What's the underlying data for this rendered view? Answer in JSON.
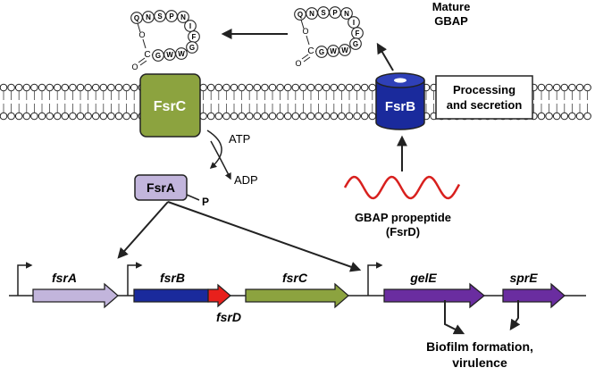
{
  "peptide": {
    "residues": [
      "Q",
      "N",
      "S",
      "P",
      "N",
      "I",
      "F",
      "G",
      "W",
      "W",
      "G"
    ],
    "ester_o": "O",
    "carbonyl_c": "C",
    "carbonyl_o": "O"
  },
  "mature_gbap": {
    "line1": "Mature",
    "line2": "GBAP"
  },
  "proteins": {
    "fsrc": "FsrC",
    "fsrb": "FsrB",
    "fsra": "FsrA",
    "phospho": "P"
  },
  "processing": {
    "line1": "Processing",
    "line2": "and secretion"
  },
  "phosphorylation": {
    "atp": "ATP",
    "adp": "ADP"
  },
  "propeptide": {
    "line1": "GBAP propeptide",
    "line2": "(FsrD)"
  },
  "genes": {
    "fsra": "fsrA",
    "fsrb": "fsrB",
    "fsrd": "fsrD",
    "fsrc": "fsrC",
    "gele": "gelE",
    "spre": "sprE"
  },
  "outcome": {
    "line1": "Biofilm formation,",
    "line2": "virulence"
  },
  "colors": {
    "fsrc_green": "#8ca33f",
    "fsrb_blue": "#1a2a9c",
    "fsra_lavender": "#c2b5dc",
    "fsrd_red": "#e8201c",
    "gene_purple": "#6a2da0",
    "wave_red": "#d8201e"
  }
}
